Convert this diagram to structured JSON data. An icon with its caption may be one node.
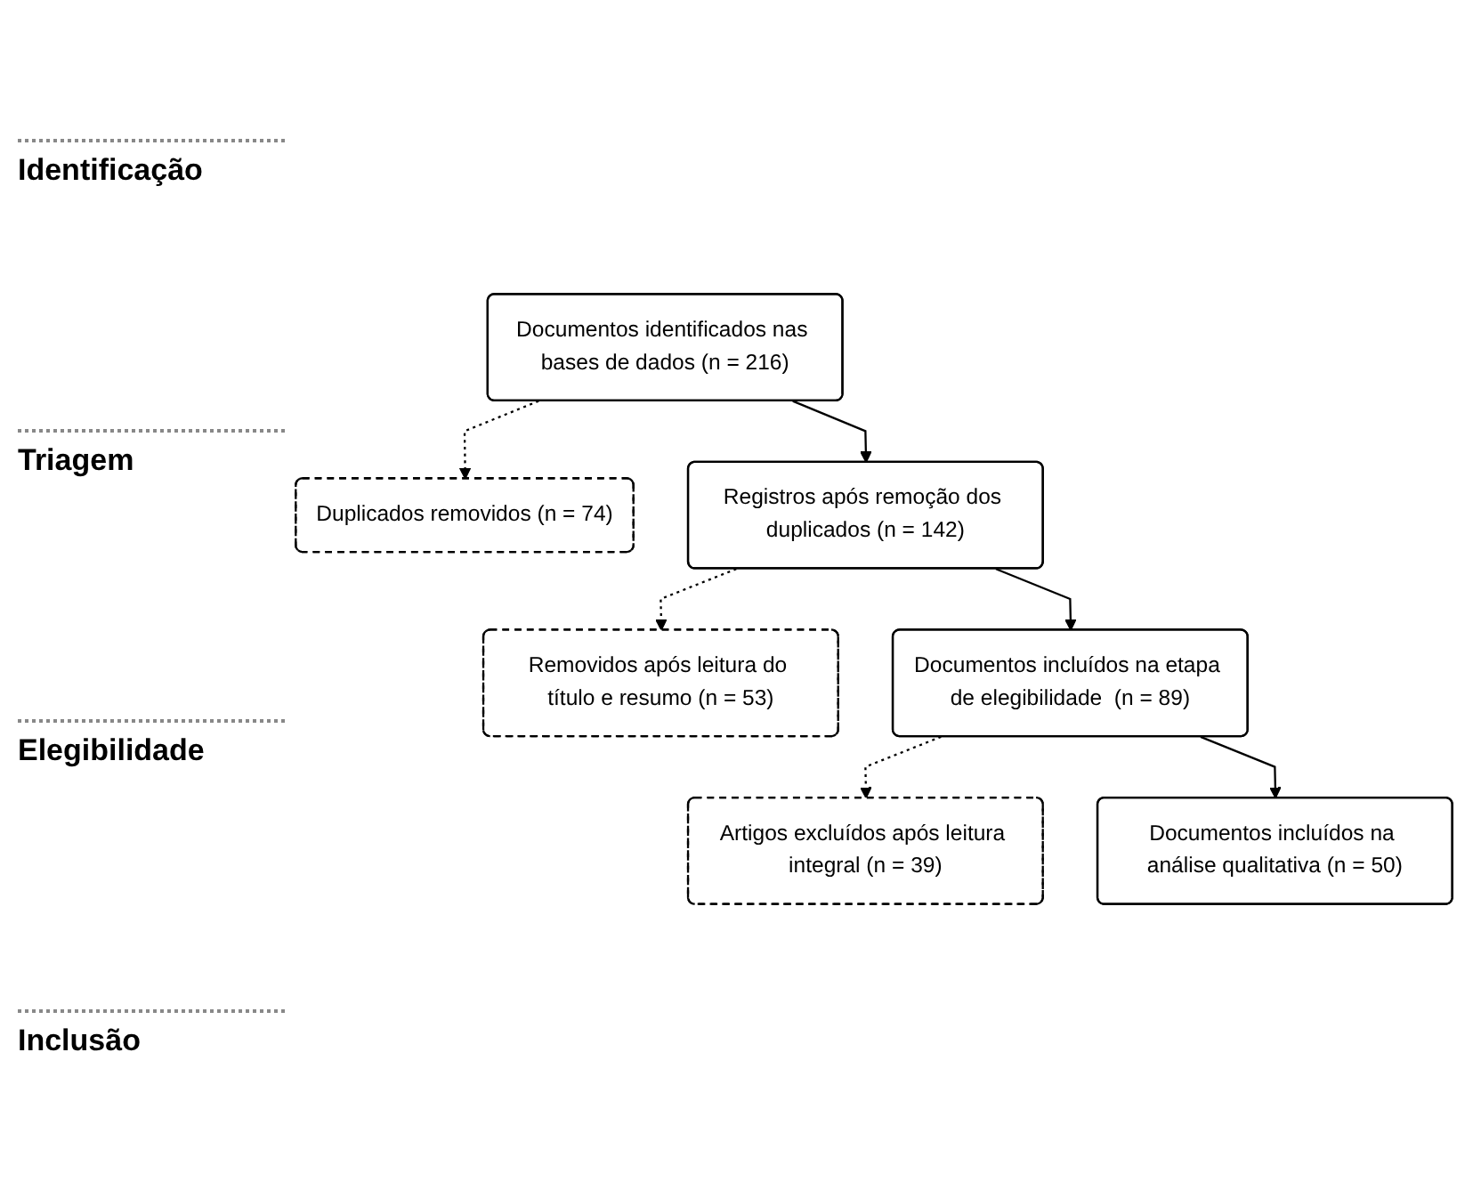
{
  "diagram": {
    "nodes": [
      {
        "text": [
          "Documentos identificados nas bases de dados (n = 216)"
        ]
      },
      {
        "text": [
          "Duplicados removidos (n = 74)"
        ]
      },
      {
        "text": [
          "Registros após remoção dos duplicados (n = 142)"
        ]
      },
      {
        "text": [
          "Removidos após leitura do título e resumo (n = 53)"
        ]
      },
      {
        "text": [
          "Documentos incluídos na etapa de elegibilidade  (n = 89)"
        ]
      },
      {
        "text": [
          "Artigos excluídos após leitura integral (n = 39)"
        ]
      },
      {
        "text": [
          "Documentos incluídos na análise qualitativa (n = 50)"
        ]
      }
    ],
    "edges": [
      {
        "from": 0,
        "to": 1,
        "arrow": "to",
        "style": "dashed"
      },
      {
        "from": 0,
        "to": 2,
        "arrow": "to"
      },
      {
        "from": 2,
        "to": 3,
        "arrow": "to",
        "style": "dashed"
      },
      {
        "from": 2,
        "to": 4,
        "arrow": "to"
      },
      {
        "from": 4,
        "to": 5,
        "arrow": "to",
        "style": "dashed"
      },
      {
        "from": 4,
        "to": 6,
        "arrow": "to"
      }
    ],
    "labels": [
      "Identificação",
      "Triagem",
      "Elegibilidade",
      "Inclusão"
    ]
  }
}
